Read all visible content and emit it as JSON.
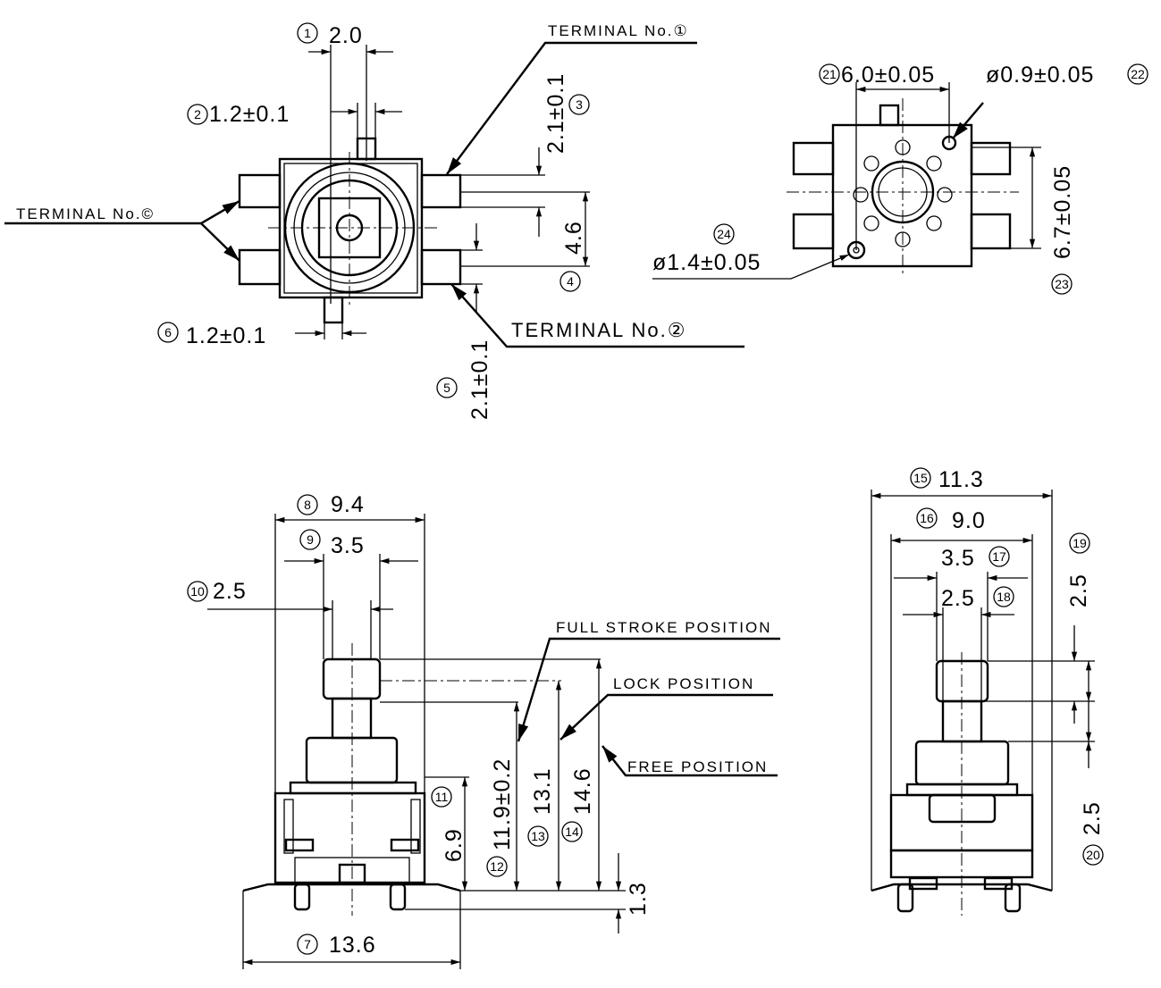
{
  "top_view": {
    "dim_1": {
      "tag": "1",
      "value": "2.0"
    },
    "dim_2": {
      "tag": "2",
      "value": "1.2±0.1"
    },
    "dim_3": {
      "tag": "3",
      "value": "2.1±0.1"
    },
    "dim_4": {
      "tag": "4",
      "value": "4.6"
    },
    "dim_5": {
      "tag": "5",
      "value": "2.1±0.1"
    },
    "dim_6": {
      "tag": "6",
      "value": "1.2±0.1"
    },
    "terminal_1": "TERMINAL No.①",
    "terminal_c": "TERMINAL No.©",
    "terminal_2": "TERMINAL No.②"
  },
  "bottom_view": {
    "dim_21": {
      "tag": "21",
      "value": "6.0±0.05"
    },
    "dim_22": {
      "tag": "22",
      "value": "ø0.9±0.05"
    },
    "dim_23": {
      "tag": "23",
      "value": "6.7±0.05"
    },
    "dim_24": {
      "tag": "24",
      "value": "ø1.4±0.05"
    }
  },
  "front_view": {
    "dim_7": {
      "tag": "7",
      "value": "13.6"
    },
    "dim_8": {
      "tag": "8",
      "value": "9.4"
    },
    "dim_9": {
      "tag": "9",
      "value": "3.5"
    },
    "dim_10": {
      "tag": "10",
      "value": "2.5"
    },
    "dim_11": {
      "tag": "11",
      "value": "6.9"
    },
    "dim_12": {
      "tag": "12",
      "value": "11.9±0.2"
    },
    "dim_13": {
      "tag": "13",
      "value": "13.1"
    },
    "dim_14": {
      "tag": "14",
      "value": "14.6"
    },
    "dim_base": "1.3",
    "full_stroke": "FULL STROKE POSITION",
    "lock": "LOCK POSITION",
    "free": "FREE POSITION"
  },
  "side_view": {
    "dim_15": {
      "tag": "15",
      "value": "11.3"
    },
    "dim_16": {
      "tag": "16",
      "value": "9.0"
    },
    "dim_17": {
      "tag": "17",
      "value": "3.5"
    },
    "dim_18": {
      "tag": "18",
      "value": "2.5"
    },
    "dim_19": {
      "tag": "19",
      "value": "2.5"
    },
    "dim_20": {
      "tag": "20",
      "value": "2.5"
    }
  }
}
